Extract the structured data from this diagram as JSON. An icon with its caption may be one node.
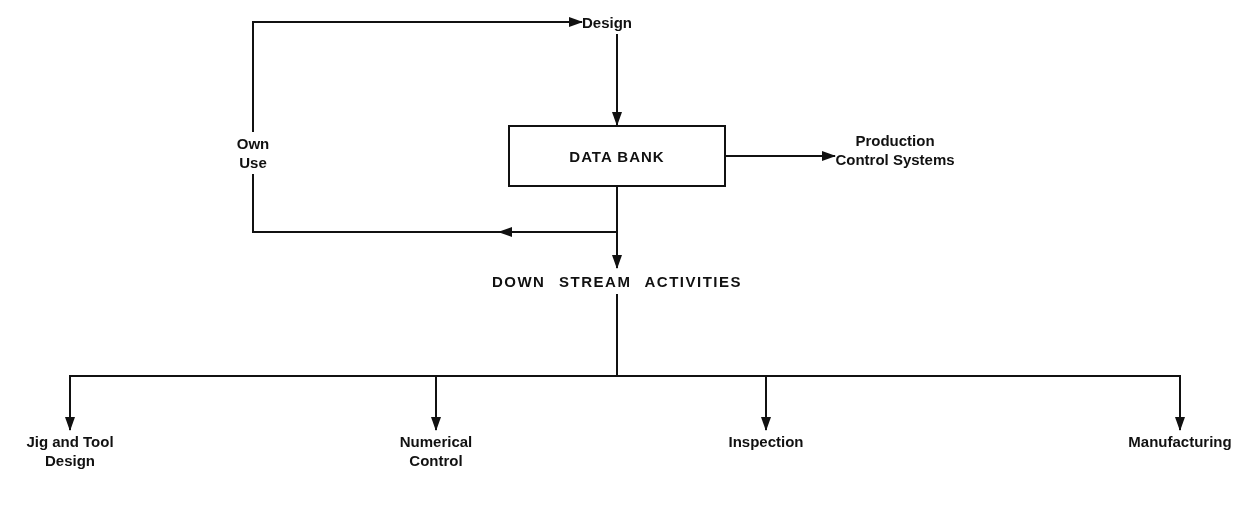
{
  "diagram": {
    "nodes": [
      {
        "text": [
          "Design"
        ]
      },
      {
        "text": [
          "DATA BANK"
        ]
      },
      {
        "text": [
          "Production Control Systems"
        ]
      },
      {
        "text": [
          "DOWN STREAM ACTIVITIES"
        ]
      },
      {
        "text": [
          "Jig and Tool Design"
        ]
      },
      {
        "text": [
          "Numerical Control"
        ]
      },
      {
        "text": [
          "Inspection"
        ]
      },
      {
        "text": [
          "Manufacturing"
        ]
      }
    ],
    "edges": [
      {
        "from": 0,
        "to": 1,
        "arrow": "to"
      },
      {
        "from": 1,
        "to": 2,
        "arrow": "to"
      },
      {
        "from": 1,
        "to": 0,
        "arrow": "to",
        "label": "Own Use"
      },
      {
        "from": 1,
        "to": 3,
        "arrow": "to"
      },
      {
        "from": 3,
        "to": 4,
        "arrow": "to"
      },
      {
        "from": 3,
        "to": 5,
        "arrow": "to"
      },
      {
        "from": 3,
        "to": 6,
        "arrow": "to"
      },
      {
        "from": 3,
        "to": 7,
        "arrow": "to"
      }
    ]
  }
}
